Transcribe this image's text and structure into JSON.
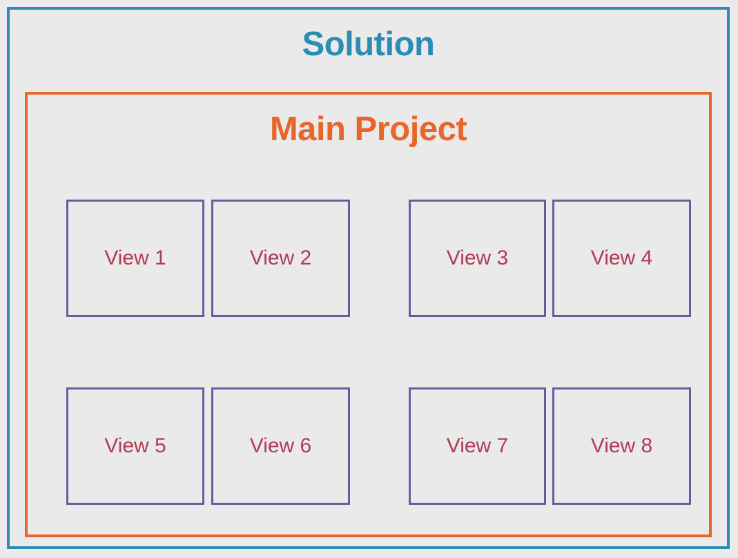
{
  "diagram": {
    "type": "nested-container-block-diagram",
    "background_color": "#eaeaea",
    "outer": {
      "title": "Solution",
      "border_color": "#2c8cb4",
      "title_color": "#2c8cb4"
    },
    "inner": {
      "title": "Main Project",
      "border_color": "#e8662a",
      "title_color": "#e8662a"
    },
    "view_style": {
      "border_color": "#6b5b9e",
      "label_color": "#b03b56"
    },
    "views": [
      {
        "id": "view-1",
        "label": "View 1",
        "row": 1,
        "group": "left"
      },
      {
        "id": "view-2",
        "label": "View 2",
        "row": 1,
        "group": "left"
      },
      {
        "id": "view-3",
        "label": "View 3",
        "row": 1,
        "group": "right"
      },
      {
        "id": "view-4",
        "label": "View 4",
        "row": 1,
        "group": "right"
      },
      {
        "id": "view-5",
        "label": "View 5",
        "row": 2,
        "group": "left"
      },
      {
        "id": "view-6",
        "label": "View 6",
        "row": 2,
        "group": "left"
      },
      {
        "id": "view-7",
        "label": "View 7",
        "row": 2,
        "group": "right"
      },
      {
        "id": "view-8",
        "label": "View 8",
        "row": 2,
        "group": "right"
      }
    ]
  }
}
